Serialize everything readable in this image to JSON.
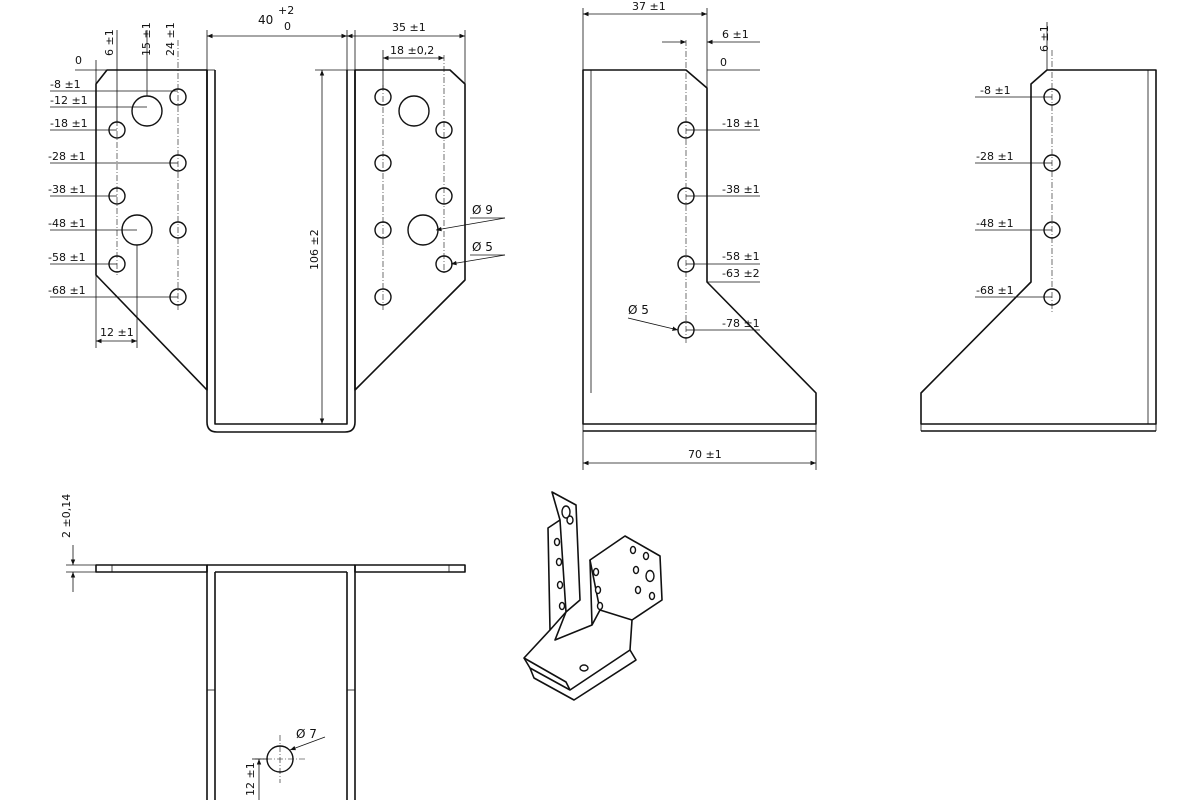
{
  "colors": {
    "line": "#111111",
    "background": "#ffffff"
  },
  "front_view": {
    "width_top": "40",
    "width_tol_top": "+2",
    "width_tol_bottom": "0",
    "flange_width": "35 ±1",
    "hole_spacing": "18 ±0,2",
    "height": "106 ±2",
    "edge_offset": "12 ±1",
    "top_labels": [
      "0",
      "6 ±1",
      "15 ±1",
      "24 ±1"
    ],
    "row_labels": [
      "-8 ±1",
      "-12 ±1",
      "-18 ±1",
      "-28 ±1",
      "-38 ±1",
      "-48 ±1",
      "-58 ±1",
      "-68 ±1"
    ],
    "dia_large": "Ø 9",
    "dia_small": "Ø 5"
  },
  "side_view": {
    "depth_top": "37 ±1",
    "offset": "6 ±1",
    "zero": "0",
    "labels": [
      "-18 ±1",
      "-38 ±1",
      "-58 ±1",
      "-63 ±2",
      "-78 ±1"
    ],
    "dia": "Ø 5",
    "base_length": "70 ±1"
  },
  "rear_view": {
    "offset": "6 ±1",
    "labels": [
      "-8 ±1",
      "-28 ±1",
      "-48 ±1",
      "-68 ±1"
    ]
  },
  "top_view": {
    "thickness": "2 ±0,14",
    "dia": "Ø 7",
    "hole_offset": "12 ±1"
  }
}
